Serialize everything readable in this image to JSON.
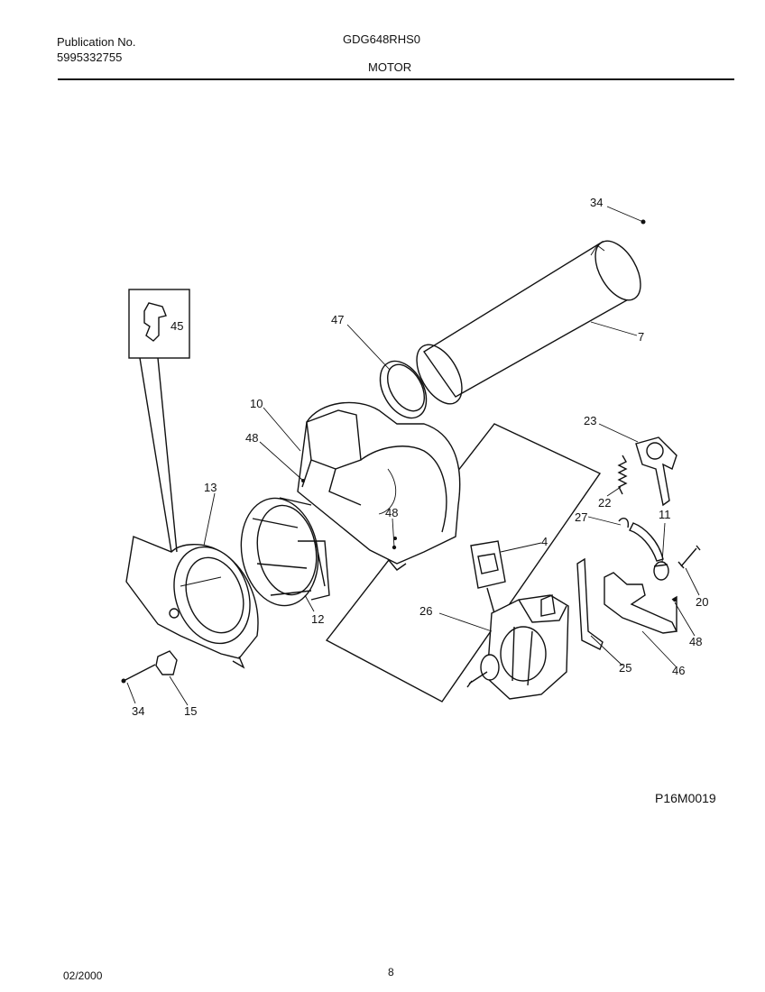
{
  "header": {
    "publication_label": "Publication No.",
    "publication_number": "5995332755",
    "model": "GDG648RHS0",
    "section": "MOTOR"
  },
  "diagram": {
    "id": "P16M0019",
    "callouts": {
      "c34a": "34",
      "c7": "7",
      "c47": "47",
      "c45": "45",
      "c10": "10",
      "c48a": "48",
      "c13": "13",
      "c48b": "48",
      "c12": "12",
      "c23": "23",
      "c22": "22",
      "c27": "27",
      "c11": "11",
      "c4": "4",
      "c20": "20",
      "c26": "26",
      "c48c": "48",
      "c25": "25",
      "c46": "46",
      "c34b": "34",
      "c15": "15"
    }
  },
  "footer": {
    "date": "02/2000",
    "page": "8"
  }
}
